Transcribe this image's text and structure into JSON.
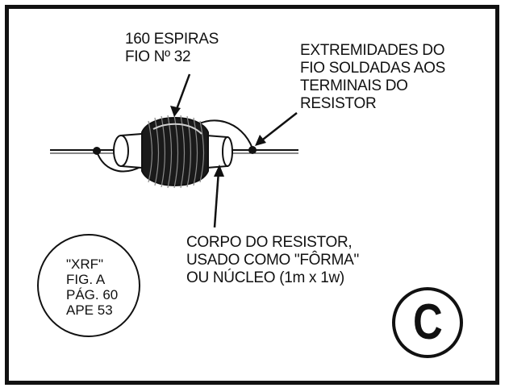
{
  "labels": {
    "coil_winding": "160 ESPIRAS\nFIO Nº 32",
    "wire_ends": "EXTREMIDADES DO\nFIO SOLDADAS AOS\nTERMINAIS DO\nRESISTOR",
    "resistor_body": "CORPO DO RESISTOR,\nUSADO COMO \"FÔRMA\"\nOU NÚCLEO (1m x 1w)"
  },
  "reference_stamp": "\"XRF\"\nFIG. A\nPÁG. 60\nAPE 53",
  "badge_letter": "C"
}
